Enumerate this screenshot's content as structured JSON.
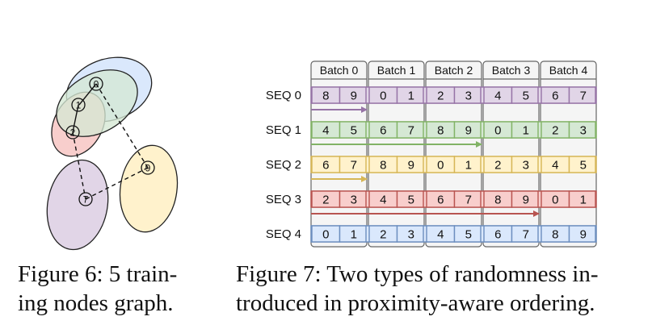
{
  "figure6": {
    "caption_line1": "Figure 6: 5 train-",
    "caption_line2": "ing nodes graph.",
    "nodes": [
      {
        "label": "0",
        "group": "blue"
      },
      {
        "label": "1",
        "group": "green"
      },
      {
        "label": "2",
        "group": "red"
      },
      {
        "label": "7",
        "group": "purple"
      },
      {
        "label": "9",
        "group": "yellow"
      }
    ],
    "solid_edges": [
      [
        "0",
        "1"
      ],
      [
        "1",
        "2"
      ]
    ],
    "dashed_edges": [
      [
        "0",
        "9"
      ],
      [
        "9",
        "7"
      ],
      [
        "2",
        "7"
      ]
    ]
  },
  "figure7": {
    "caption_line1": "Figure 7: Two types of randomness in-",
    "caption_line2": "troduced in proximity-aware ordering.",
    "batches": [
      "Batch 0",
      "Batch 1",
      "Batch 2",
      "Batch 3",
      "Batch 4"
    ],
    "rows": [
      {
        "label": "SEQ 0",
        "values": [
          "8",
          "9",
          "0",
          "1",
          "2",
          "3",
          "4",
          "5",
          "6",
          "7"
        ],
        "fill": "#e1d5e7",
        "stroke": "#9673a6",
        "arrow_batches": 1
      },
      {
        "label": "SEQ 1",
        "values": [
          "4",
          "5",
          "6",
          "7",
          "8",
          "9",
          "0",
          "1",
          "2",
          "3"
        ],
        "fill": "#d5e8d4",
        "stroke": "#82b366",
        "arrow_batches": 3
      },
      {
        "label": "SEQ 2",
        "values": [
          "6",
          "7",
          "8",
          "9",
          "0",
          "1",
          "2",
          "3",
          "4",
          "5"
        ],
        "fill": "#fff2cc",
        "stroke": "#d6b656",
        "arrow_batches": 1
      },
      {
        "label": "SEQ 3",
        "values": [
          "2",
          "3",
          "4",
          "5",
          "6",
          "7",
          "8",
          "9",
          "0",
          "1"
        ],
        "fill": "#f8cecc",
        "stroke": "#b85450",
        "arrow_batches": 4
      },
      {
        "label": "SEQ 4",
        "values": [
          "0",
          "1",
          "2",
          "3",
          "4",
          "5",
          "6",
          "7",
          "8",
          "9"
        ],
        "fill": "#dae8fc",
        "stroke": "#6c8ebf",
        "arrow_batches": 0
      }
    ]
  },
  "colors": {
    "blue_fill": "#dae8fc",
    "blue_stroke": "#6c8ebf",
    "green_fill": "#d5e8d4",
    "green_stroke": "#82b366",
    "red_fill": "#f8cecc",
    "red_stroke": "#b85450",
    "purple_fill": "#e1d5e7",
    "purple_stroke": "#9673a6",
    "yellow_fill": "#fff2cc",
    "yellow_stroke": "#d6b656",
    "batch_bg": "#f5f5f5",
    "batch_stroke": "#666666"
  }
}
